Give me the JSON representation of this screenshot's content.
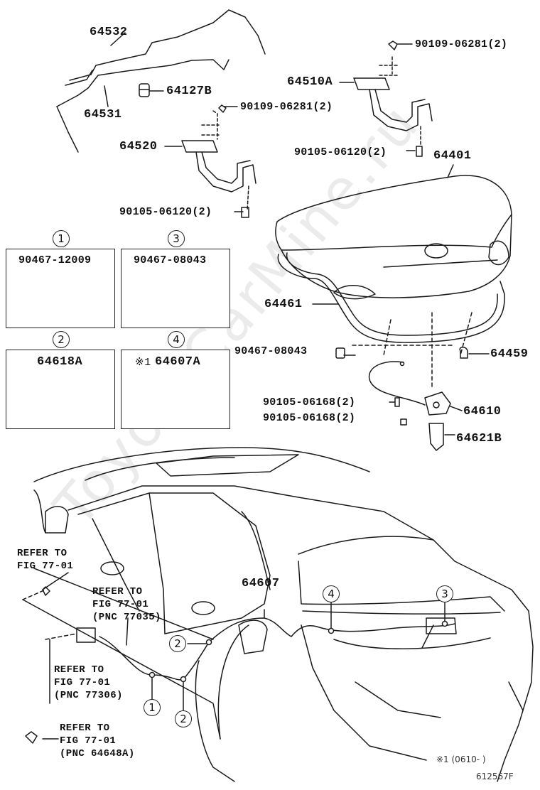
{
  "watermark": "ToyotaCarMine.ru",
  "parts": {
    "p64532": "64532",
    "p64531": "64531",
    "p64127b": "64127B",
    "p64510a": "64510A",
    "bolt_top": "90109-06281(2)",
    "bolt_mid": "90109-06281(2)",
    "p64520": "64520",
    "bolt_90105_right": "90105-06120(2)",
    "bolt_90105_left": "90105-06120(2)",
    "p64401": "64401",
    "p64461": "64461",
    "clip_90467_08043": "90467-08043",
    "p64459": "64459",
    "bolt_06168_a": "90105-06168(2)",
    "bolt_06168_b": "90105-06168(2)",
    "p64610": "64610",
    "p64621b": "64621B",
    "p64607": "64607"
  },
  "detail_boxes": [
    {
      "num": "1",
      "part": "90467-12009"
    },
    {
      "num": "3",
      "part": "90467-08043"
    },
    {
      "num": "2",
      "part": "64618A"
    },
    {
      "num": "4",
      "mark": "※1",
      "part": "64607A"
    }
  ],
  "callouts": {
    "c1": "1",
    "c2a": "2",
    "c2b": "2",
    "c4": "4",
    "c3": "3"
  },
  "references": {
    "ref1_line1": "REFER TO",
    "ref1_line2": "FIG 77-01",
    "ref2_line1": "REFER TO",
    "ref2_line2": "FIG 77-01",
    "ref2_line3": "(PNC 77035)",
    "ref3_line1": "REFER TO",
    "ref3_line2": "FIG 77-01",
    "ref3_line3": "(PNC 77306)",
    "ref4_line1": "REFER TO",
    "ref4_line2": "FIG 77-01",
    "ref4_line3": "(PNC 64648A)"
  },
  "footnote": "※1 (0610-      )",
  "figure_code": "612567F"
}
